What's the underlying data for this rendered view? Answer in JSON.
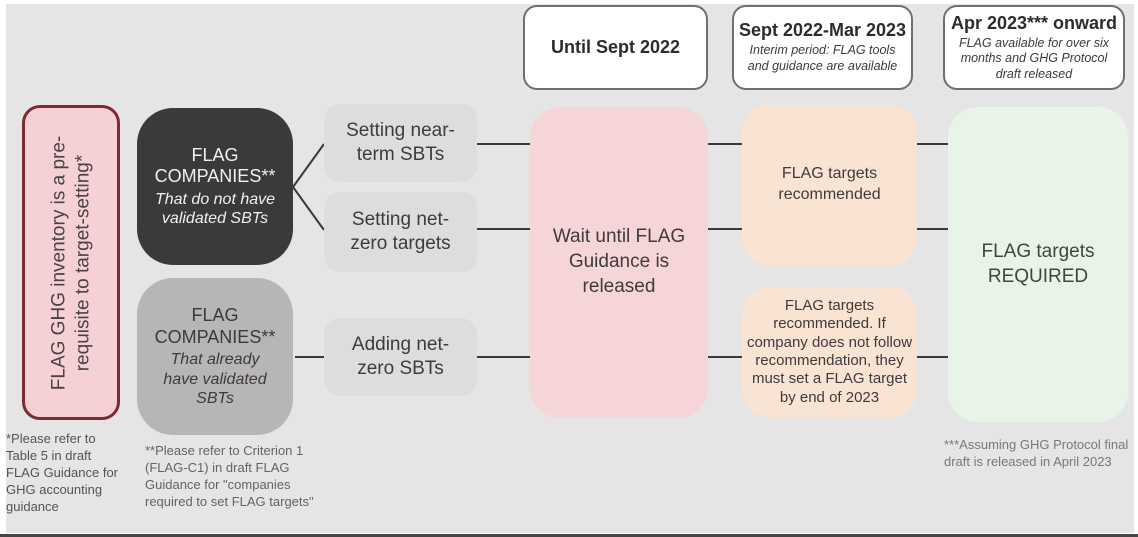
{
  "colors": {
    "background": "#e6e5e5",
    "pink": "#f6d5d8",
    "pink_border": "#7e2a33",
    "peach": "#f9e3d3",
    "green": "#e9f4e8",
    "dark_gray_box": "#3b3a3a",
    "medium_gray_box": "#b7b5b5",
    "light_gray_box": "#dedddd",
    "connector": "#3a3838"
  },
  "prerequisite": {
    "lines": [
      "FLAG GHG inventory is a pre-",
      "requisite to target-setting*"
    ]
  },
  "companies": [
    {
      "title": "FLAG COMPANIES**",
      "subtitle": "That do not have validated SBTs"
    },
    {
      "title": "FLAG COMPANIES**",
      "subtitle": "That already have validated SBTs"
    }
  ],
  "actions": [
    {
      "label": "Setting near-term SBTs"
    },
    {
      "label": "Setting net-zero targets"
    },
    {
      "label": "Adding net-zero SBTs"
    }
  ],
  "timeline_headers": [
    {
      "title": "Until Sept 2022",
      "subtitle": ""
    },
    {
      "title": "Sept 2022-Mar 2023",
      "subtitle": "Interim period: FLAG tools and guidance are available"
    },
    {
      "title": "Apr 2023*** onward",
      "subtitle": "FLAG available for over six months and GHG Protocol draft released"
    }
  ],
  "outcomes": {
    "wait": "Wait until FLAG Guidance is released",
    "recommended": "FLAG targets recommended",
    "recommended_conditional": "FLAG targets recommended. If company does not follow recommendation, they must set a FLAG target by end of 2023",
    "required": "FLAG targets REQUIRED"
  },
  "footnotes": {
    "table5": "*Please refer to Table 5 in draft FLAG Guidance for GHG accounting guidance",
    "criterion1": "**Please refer to Criterion 1 (FLAG-C1) in draft FLAG Guidance for \"companies required to set FLAG targets\"",
    "ghg_protocol": "***Assuming GHG Protocol final draft is released in April 2023"
  }
}
